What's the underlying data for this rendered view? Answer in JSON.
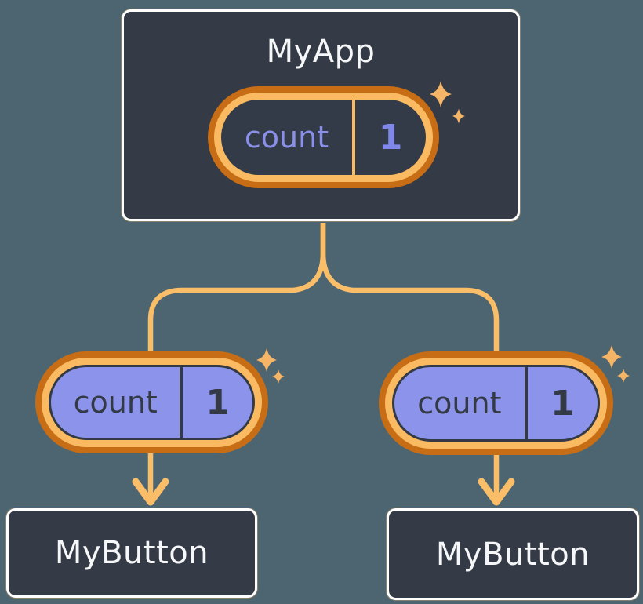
{
  "theme": {
    "bg": "#4c6571",
    "node-fill": "#343a46",
    "node-border": "#ffffff",
    "node-text": "#f6f7f9",
    "ring-dark": "#c66d16",
    "ring-light": "#f9ba61",
    "pill-dark": "#343b48",
    "pill-purple": "#8b93ea",
    "ink-dark": "#333a45",
    "state-label": "#8a90e8",
    "state-value": "#7f88e8",
    "connector": "#fabd68",
    "sparkle": "#f6b466"
  },
  "tree": {
    "root": {
      "title": "MyApp",
      "state": {
        "label": "count",
        "value": "1"
      }
    },
    "children": [
      {
        "title": "MyButton",
        "prop": {
          "label": "count",
          "value": "1"
        }
      },
      {
        "title": "MyButton",
        "prop": {
          "label": "count",
          "value": "1"
        }
      }
    ]
  }
}
